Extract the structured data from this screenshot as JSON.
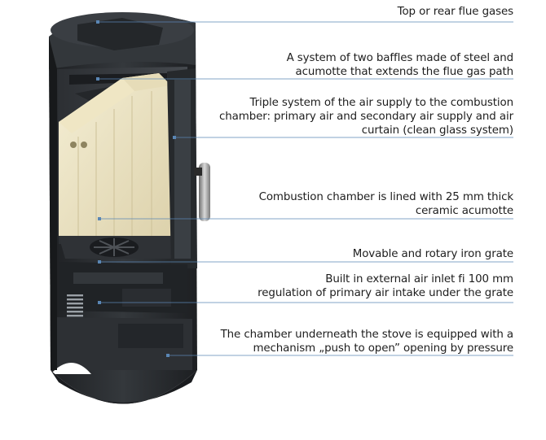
{
  "callouts": [
    {
      "id": "flue-gases",
      "lines": [
        "Top or rear flue gases"
      ]
    },
    {
      "id": "baffles",
      "lines": [
        "A system of two baffles made of steel and",
        "acumotte that extends the flue gas path"
      ]
    },
    {
      "id": "air-supply",
      "lines": [
        "Triple system of the air supply to the combustion",
        "chamber: primary air and secondary air supply and air",
        "curtain (clean glass system)"
      ]
    },
    {
      "id": "combustion-chamber",
      "lines": [
        "Combustion chamber is lined with 25 mm thick",
        "ceramic acumotte"
      ]
    },
    {
      "id": "grate",
      "lines": [
        "Movable and rotary iron grate"
      ]
    },
    {
      "id": "air-inlet",
      "lines": [
        "Built in external air inlet fi 100 mm",
        "regulation of primary air intake under the grate"
      ]
    },
    {
      "id": "storage-chamber",
      "lines": [
        "The chamber underneath the stove is equipped with a",
        "mechanism „push to open” opening by pressure"
      ]
    }
  ],
  "colors": {
    "leader_line": "#5a86b4",
    "stove_body": "#2b2e31",
    "lining": "#ece4c4",
    "text": "#1d1d1d"
  }
}
